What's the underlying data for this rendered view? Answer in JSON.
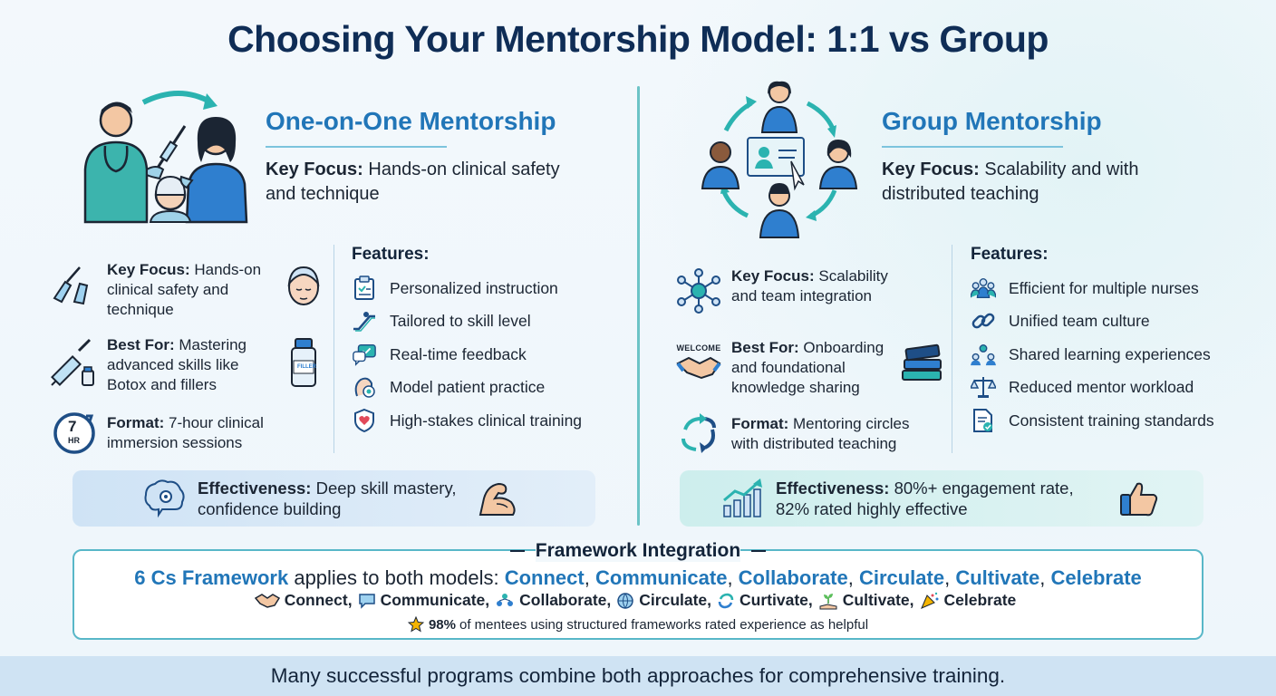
{
  "title": "Choosing Your Mentorship Model: 1:1 vs Group",
  "left": {
    "title": "One-on-One Mentorship",
    "focus_label": "Key Focus:",
    "focus_text": "Hands-on clinical safety and technique",
    "details": [
      {
        "label": "Key Focus:",
        "text": "Hands-on clinical safety and technique"
      },
      {
        "label": "Best For:",
        "text": "Mastering advanced skills like Botox and fillers"
      },
      {
        "label": "Format:",
        "text": "7-hour clinical immersion sessions"
      }
    ],
    "vial_label": "FILLER",
    "clock_num": "7",
    "clock_unit": "HR",
    "features_title": "Features:",
    "features": [
      "Personalized instruction",
      "Tailored to skill level",
      "Real-time feedback",
      "Model patient practice",
      "High-stakes clinical training"
    ],
    "effectiveness_label": "Effectiveness:",
    "effectiveness_text": "Deep skill mastery, confidence building"
  },
  "right": {
    "title": "Group Mentorship",
    "focus_label": "Key Focus:",
    "focus_text": "Scalability and with distributed teaching",
    "details": [
      {
        "label": "Key Focus:",
        "text": "Scalability and team integration"
      },
      {
        "label": "Best For:",
        "text": "Onboarding and foundational knowledge sharing"
      },
      {
        "label": "Format:",
        "text": "Mentoring circles with distributed teaching"
      }
    ],
    "welcome_label": "WELCOME",
    "features_title": "Features:",
    "features": [
      "Efficient for multiple nurses",
      "Unified team culture",
      "Shared learning experiences",
      "Reduced mentor workload",
      "Consistent training standards"
    ],
    "effectiveness_label": "Effectiveness:",
    "effectiveness_text": "80%+ engagement rate, 82% rated highly effective"
  },
  "framework": {
    "title": "Framework Integration",
    "lead": "6 Cs Framework",
    "applies": "applies to both models:",
    "cs": [
      "Connect",
      "Communicate",
      "Collaborate",
      "Circulate",
      "Cultivate",
      "Celebrate"
    ],
    "icon_row": [
      "Connect,",
      "Communicate,",
      "Collaborate,",
      "Circulate,",
      "Curtivate,",
      "Cultivate,",
      "Celebrate"
    ],
    "stat_value": "98%",
    "stat_text": "of mentees using structured frameworks rated experience as helpful"
  },
  "footer": "Many successful programs combine both approaches for comprehensive training.",
  "colors": {
    "accent": "#2176b8",
    "teal": "#58b7c8",
    "navy": "#0f2d56"
  }
}
